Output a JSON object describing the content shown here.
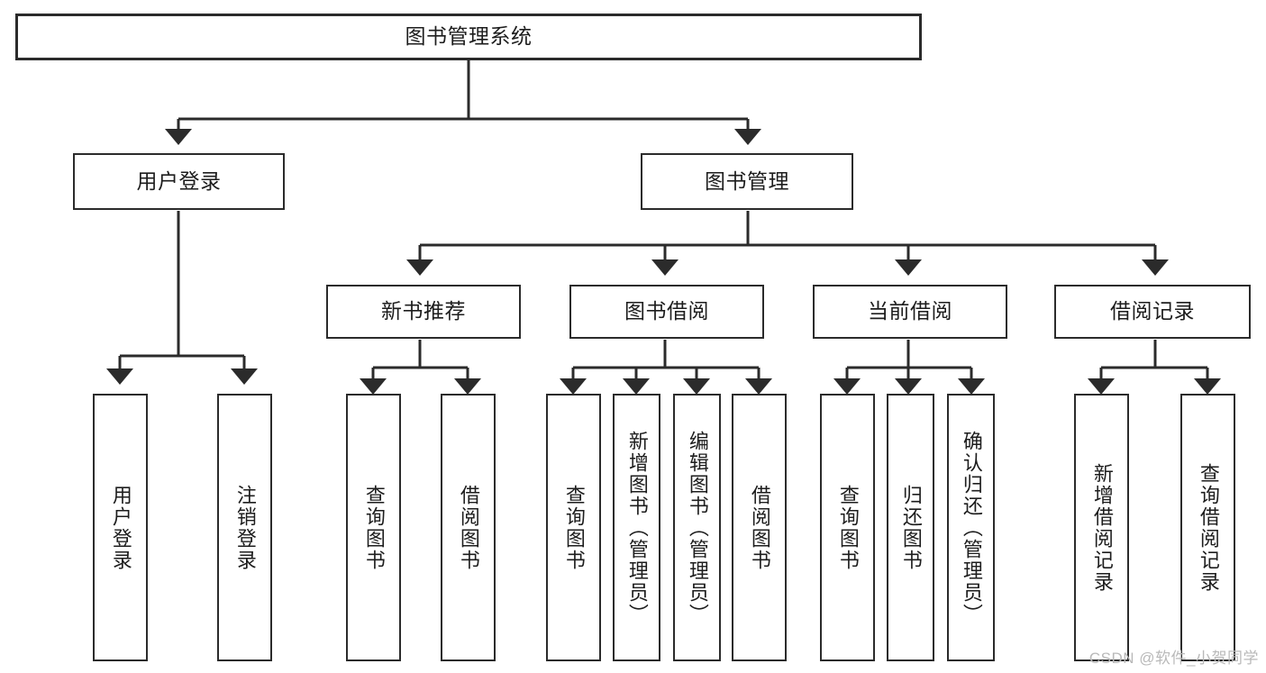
{
  "diagram": {
    "title": "图书管理系统",
    "type": "hierarchy-tree",
    "colors": {
      "stroke": "#2b2b2b",
      "fill": "#ffffff",
      "text": "#1d1d1d",
      "watermark": "#b9b9b9"
    },
    "levels": {
      "root": {
        "label": "图书管理系统"
      },
      "level2": [
        {
          "label": "用户登录"
        },
        {
          "label": "图书管理"
        }
      ],
      "level3": [
        {
          "label": "新书推荐"
        },
        {
          "label": "图书借阅"
        },
        {
          "label": "当前借阅"
        },
        {
          "label": "借阅记录"
        }
      ],
      "leaves": [
        {
          "label": "用户登录"
        },
        {
          "label": "注销登录"
        },
        {
          "label": "查询图书"
        },
        {
          "label": "借阅图书"
        },
        {
          "label": "查询图书"
        },
        {
          "label": "新增图书（管理员）"
        },
        {
          "label": "编辑图书（管理员）"
        },
        {
          "label": "借阅图书"
        },
        {
          "label": "查询图书"
        },
        {
          "label": "归还图书"
        },
        {
          "label": "确认归还（管理员）"
        },
        {
          "label": "新增借阅记录"
        },
        {
          "label": "查询借阅记录"
        }
      ]
    }
  },
  "watermark": {
    "text": "CSDN @软件_小贺同学"
  }
}
